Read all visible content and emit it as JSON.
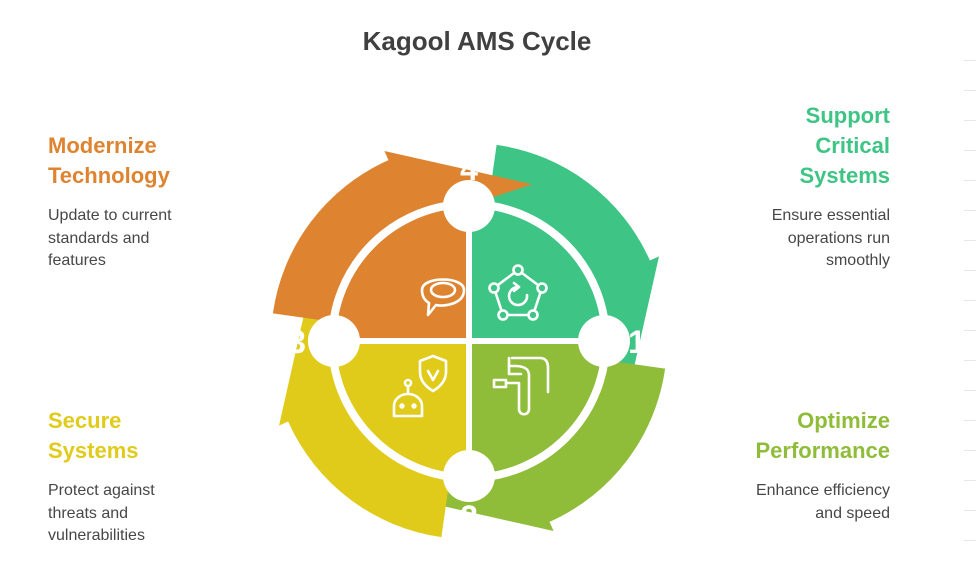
{
  "title": "Kagool AMS Cycle",
  "steps": [
    {
      "number": "1",
      "heading": [
        "Support",
        "Critical",
        "Systems"
      ],
      "description": [
        "Ensure essential",
        "operations run",
        "smoothly"
      ],
      "color": "#3ec484",
      "icon": "support-network-icon"
    },
    {
      "number": "2",
      "heading": [
        "Optimize",
        "Performance"
      ],
      "description": [
        "Enhance efficiency",
        "and speed"
      ],
      "color": "#8fbd3a",
      "icon": "optimize-path-icon"
    },
    {
      "number": "3",
      "heading": [
        "Secure",
        "Systems"
      ],
      "description": [
        "Protect against",
        "threats and",
        "vulnerabilities"
      ],
      "color": "#e1cb1a",
      "icon": "robot-shield-icon"
    },
    {
      "number": "4",
      "heading": [
        "Modernize",
        "Technology"
      ],
      "description": [
        "Update to current",
        "standards and",
        "features"
      ],
      "color": "#de8431",
      "icon": "speech-bubble-icon"
    }
  ]
}
